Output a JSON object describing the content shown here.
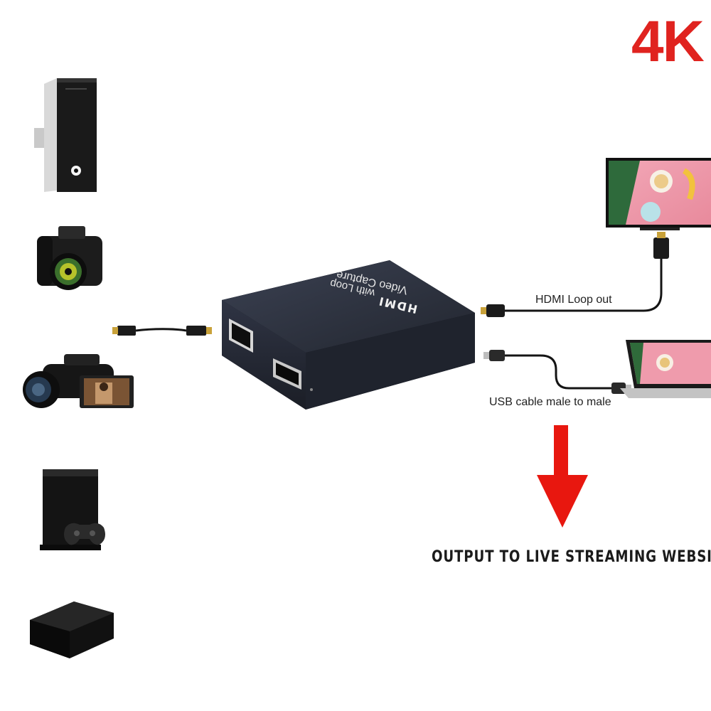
{
  "badge": {
    "text": "4K",
    "color": "#e0231f"
  },
  "device": {
    "brand": "HDMI",
    "line1": "Video Capture",
    "line2": "with Loop",
    "body_color": "#2c3140"
  },
  "labels": {
    "hdmi_loop_out": "HDMI Loop out",
    "usb_cable": "USB cable male to male",
    "output": "OUTPUT TO LIVE STREAMING WEBSITE"
  },
  "sources": [
    {
      "name": "PC tower",
      "icon": "pc-tower-icon"
    },
    {
      "name": "DSLR camera",
      "icon": "dslr-camera-icon"
    },
    {
      "name": "Camcorder",
      "icon": "camcorder-icon"
    },
    {
      "name": "Game console",
      "icon": "game-console-icon"
    },
    {
      "name": "TV box",
      "icon": "tv-box-icon"
    }
  ],
  "arrow_color": "#e8170f"
}
